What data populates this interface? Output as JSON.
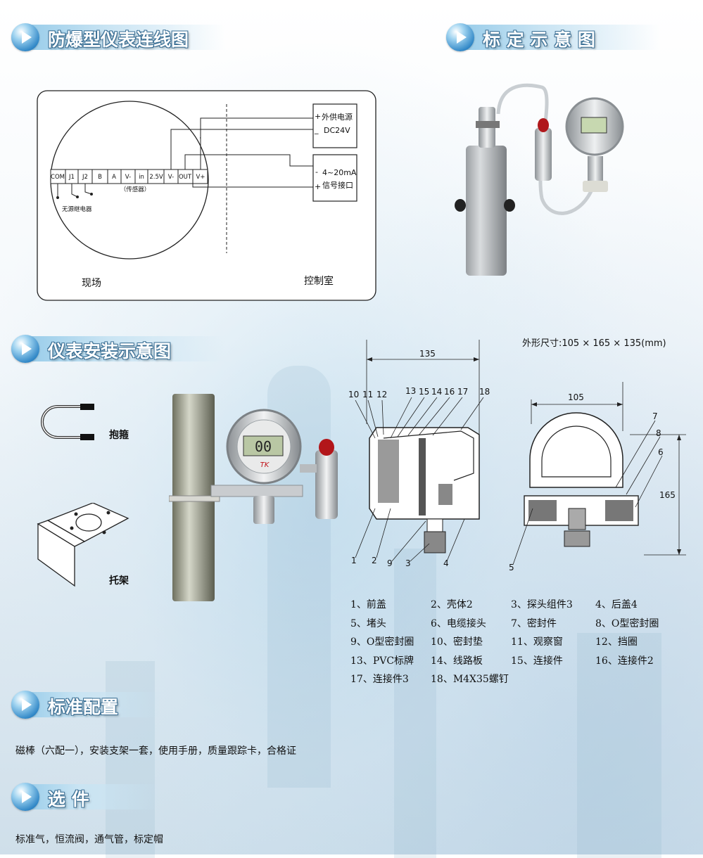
{
  "sections": {
    "wiring": "防爆型仪表连线图",
    "calibration": "标 定 示 意 图",
    "install": "仪表安装示意图",
    "standard": "标准配置",
    "options": "选 件"
  },
  "wiring": {
    "terminals": [
      "COM",
      "J1",
      "J2",
      "B",
      "A",
      "V-",
      "in",
      "2.5V",
      "V-",
      "OUT",
      "V+"
    ],
    "sensor_label": "（传感器）",
    "relay_label": "无源继电器",
    "power_plus": "+",
    "power_label": "外供电源",
    "power_minus": "_",
    "power_voltage": "DC24V",
    "signal_minus": "-",
    "signal_range": "4~20mA",
    "signal_plus": "+",
    "signal_label": "信号接口",
    "field": "现场",
    "control_room": "控制室"
  },
  "install": {
    "ubolt_label": "抱箍",
    "bracket_label": "托架",
    "display_value": "00",
    "logo": "TK"
  },
  "drawing": {
    "dimensions_caption": "外形尺寸:105 × 165 × 135(mm)",
    "dim_135": "135",
    "dim_105": "105",
    "dim_165": "165",
    "callouts_top": [
      "10",
      "11",
      "12",
      "13",
      "15",
      "14",
      "16",
      "17",
      "18"
    ],
    "callouts_bottom": [
      "1",
      "2",
      "9",
      "3",
      "4"
    ],
    "callouts_side": [
      "7",
      "8",
      "6",
      "5"
    ]
  },
  "legend": [
    [
      "1、前盖",
      "2、壳体2",
      "3、探头组件3",
      "4、后盖4"
    ],
    [
      "5、堵头",
      "6、电缆接头",
      "7、密封件",
      "8、O型密封圈"
    ],
    [
      "9、O型密封圈",
      "10、密封垫",
      "11、观察窗",
      "12、挡圈"
    ],
    [
      "13、PVC标牌",
      "14、线路板",
      "15、连接件",
      "16、连接件2"
    ],
    [
      "17、连接件3",
      "18、M4X35螺钉"
    ]
  ],
  "standard_text": "磁棒（六配一），安装支架一套，使用手册，质量跟踪卡，合格证",
  "options_text": "标准气，恒流阀，通气管，标定帽"
}
